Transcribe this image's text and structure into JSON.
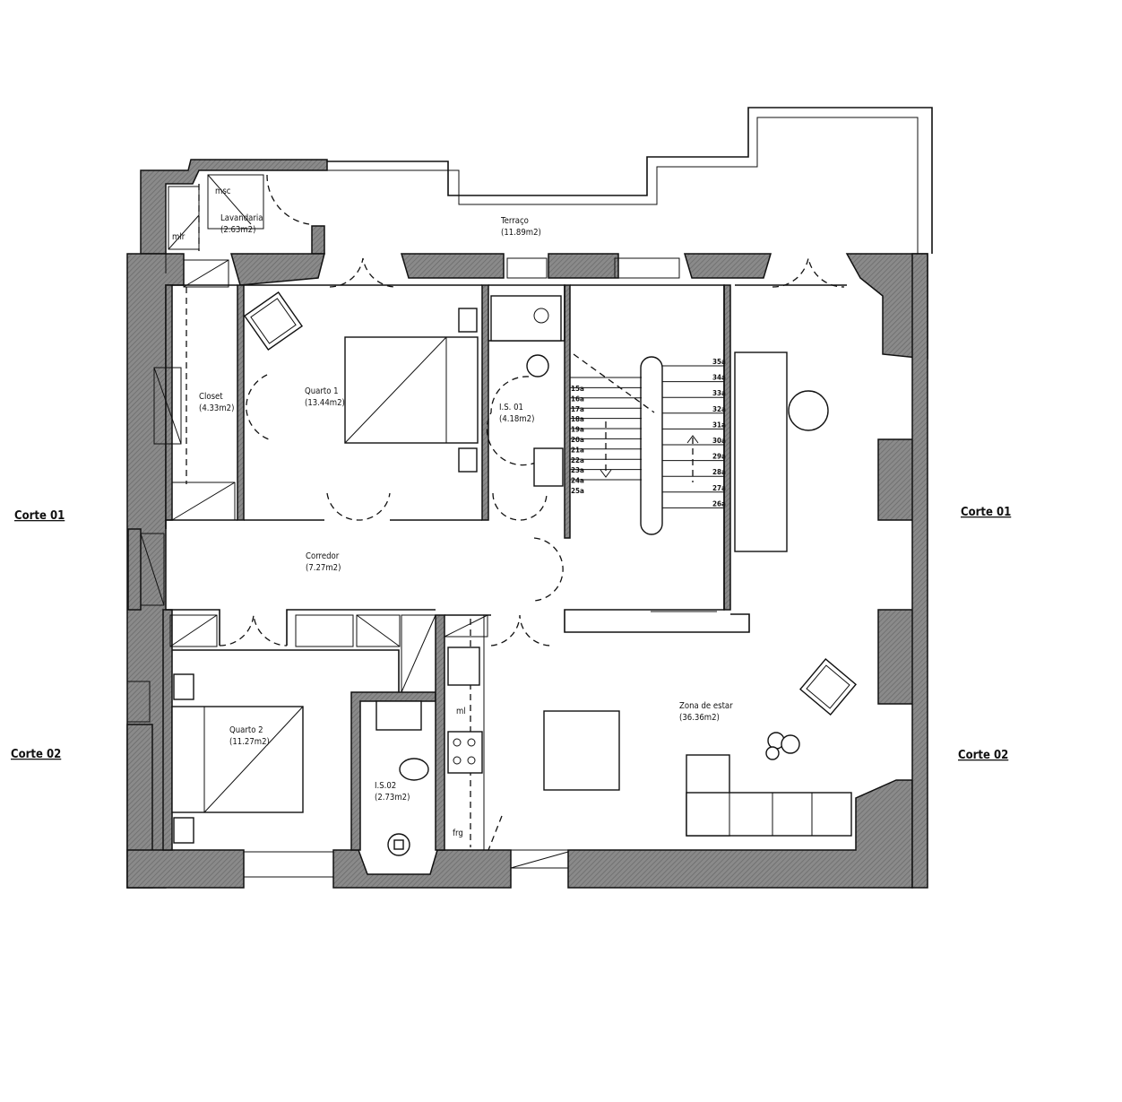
{
  "sections": {
    "corte01_left": "Corte 01",
    "corte01_right": "Corte 01",
    "corte02_left": "Corte 02",
    "corte02_right": "Corte 02"
  },
  "rooms": {
    "lavandaria": {
      "name": "Lavandaria",
      "area": "(2.63m2)"
    },
    "terraco": {
      "name": "Terraço",
      "area": "(11.89m2)"
    },
    "closet": {
      "name": "Closet",
      "area": "(4.33m2)"
    },
    "quarto1": {
      "name": "Quarto 1",
      "area": "(13.44m2)"
    },
    "is01": {
      "name": "I.S. 01",
      "area": "(4.18m2)"
    },
    "corredor": {
      "name": "Corredor",
      "area": "(7.27m2)"
    },
    "quarto2": {
      "name": "Quarto 2",
      "area": "(11.27m2)"
    },
    "is02": {
      "name": "I.S.02",
      "area": "(2.73m2)"
    },
    "zona_estar": {
      "name": "Zona de estar",
      "area": "(36.36m2)"
    }
  },
  "appliances": {
    "msc": "msc",
    "mlr": "mlr",
    "ml": "ml",
    "frg": "frg"
  },
  "stairs": {
    "down_steps": [
      "15a",
      "16a",
      "17a",
      "18a",
      "19a",
      "20a",
      "21a",
      "22a",
      "23a",
      "24a",
      "25a"
    ],
    "up_steps": [
      "35a",
      "34a",
      "33a",
      "32a",
      "31a",
      "30a",
      "29a",
      "28a",
      "27a",
      "26a"
    ]
  }
}
